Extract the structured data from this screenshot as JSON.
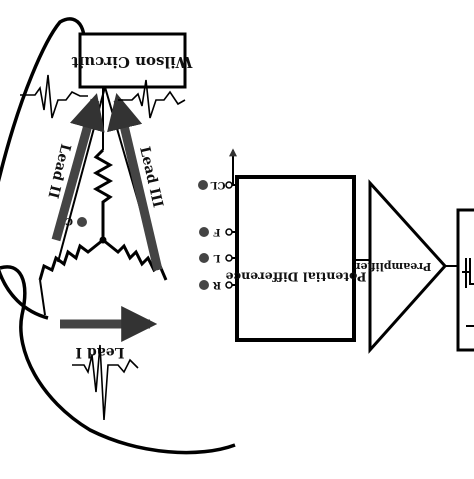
{
  "diagram": {
    "wilson_label": "Wilson Circuit",
    "lead1_label": "Lead I",
    "lead2_label": "Lead II",
    "lead3_label": "Lead III",
    "center_label": "CL",
    "potential_label": "Potential Difference",
    "preamp_label": "Preamplifier",
    "terminals": [
      {
        "label": "CL"
      },
      {
        "label": "F"
      },
      {
        "label": "L"
      },
      {
        "label": "R"
      }
    ]
  }
}
